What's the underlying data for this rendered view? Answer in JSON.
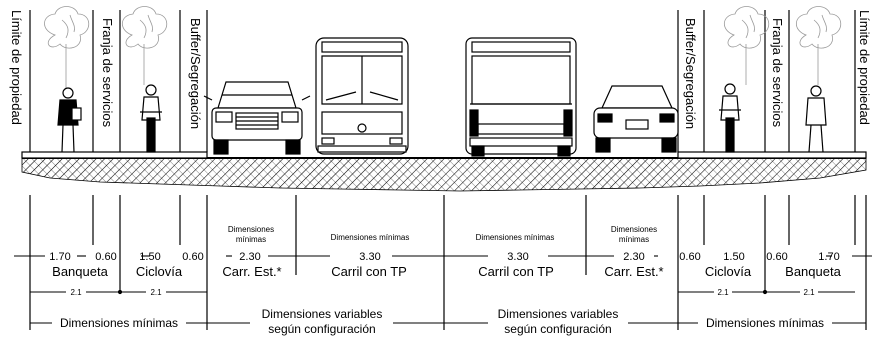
{
  "colors": {
    "ink": "#000000",
    "background": "#ffffff",
    "tree": "#9a9a9a"
  },
  "icons": [
    "tree-icon",
    "pedestrian-icon",
    "cyclist-icon",
    "car-front-icon",
    "bus-front-icon",
    "bus-rear-icon",
    "car-rear-icon"
  ],
  "vertical_labels": {
    "limite_left": "Límite de propiedad",
    "franja_left": "Franja de servicios",
    "buffer_left": "Buffer/Segregación",
    "buffer_right": "Buffer/Segregación",
    "franja_right": "Franja de servicios",
    "limite_right": "Límite de propiedad"
  },
  "dimensions": [
    "1.70",
    "0.60",
    "1.50",
    "0.60",
    "2.30",
    "3.30",
    "3.30",
    "2.30",
    "0.60",
    "1.50",
    "0.60",
    "1.70"
  ],
  "segments": {
    "banqueta_left": "Banqueta",
    "ciclovia_left": "Ciclovía",
    "carr_est_left": "Carr. Est.*",
    "carril_tp_left": "Carril con TP",
    "carril_tp_right": "Carril con TP",
    "carr_est_right": "Carr. Est.*",
    "ciclovia_right": "Ciclovía",
    "banqueta_right": "Banqueta"
  },
  "minimos_small": {
    "c1_l1": "Dimensiones",
    "c1_l2": "mínimas",
    "c2": "Dimensiones mínimas",
    "c3": "Dimensiones mínimas",
    "c4_l1": "Dimensiones",
    "c4_l2": "mínimas"
  },
  "subtotals": [
    "2.1",
    "2.1",
    "2.1",
    "2.1"
  ],
  "bottom_bands": {
    "left": "Dimensiones mínimas",
    "center_left_l1": "Dimensiones variables",
    "center_left_l2": "según configuración",
    "center_right_l1": "Dimensiones variables",
    "center_right_l2": "según configuración",
    "right": "Dimensiones mínimas"
  }
}
